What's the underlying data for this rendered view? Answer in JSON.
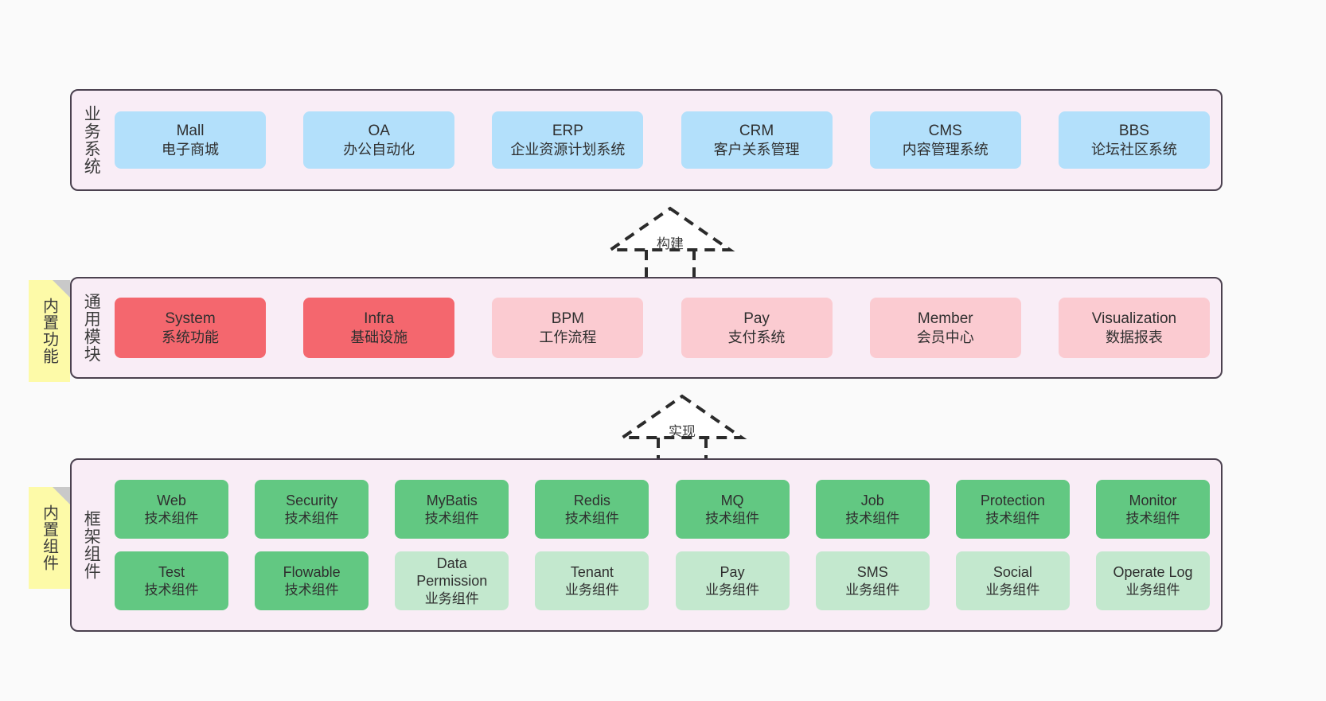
{
  "diagram": {
    "title": "Layered system architecture",
    "background": "#fafafa",
    "layer_fill": "#f9edf6",
    "layer_border": "#4b414f"
  },
  "colors": {
    "blue": "#b3e0fb",
    "red": "#f4676e",
    "pink": "#fbcbd1",
    "green": "#62c882",
    "light_green": "#c3e8ce",
    "note_yellow": "#fdfaa8",
    "note_fold": "#c9c9c9"
  },
  "notes": [
    {
      "label": "内置功能"
    },
    {
      "label": "内置组件"
    }
  ],
  "connectors": [
    {
      "label": "构建",
      "style": "dashed-hollow-triangle",
      "direction": "up"
    },
    {
      "label": "实现",
      "style": "dashed-hollow-triangle",
      "direction": "up"
    }
  ],
  "layers": [
    {
      "id": "business",
      "title": "业务系统",
      "rows": [
        {
          "cards": [
            {
              "title": "Mall",
              "subtitle": "电子商城",
              "color": "blue"
            },
            {
              "title": "OA",
              "subtitle": "办公自动化",
              "color": "blue"
            },
            {
              "title": "ERP",
              "subtitle": "企业资源计划系统",
              "color": "blue"
            },
            {
              "title": "CRM",
              "subtitle": "客户关系管理",
              "color": "blue"
            },
            {
              "title": "CMS",
              "subtitle": "内容管理系统",
              "color": "blue"
            },
            {
              "title": "BBS",
              "subtitle": "论坛社区系统",
              "color": "blue"
            }
          ]
        }
      ]
    },
    {
      "id": "modules",
      "title": "通用模块",
      "rows": [
        {
          "cards": [
            {
              "title": "System",
              "subtitle": "系统功能",
              "color": "red"
            },
            {
              "title": "Infra",
              "subtitle": "基础设施",
              "color": "red"
            },
            {
              "title": "BPM",
              "subtitle": "工作流程",
              "color": "pink"
            },
            {
              "title": "Pay",
              "subtitle": "支付系统",
              "color": "pink"
            },
            {
              "title": "Member",
              "subtitle": "会员中心",
              "color": "pink"
            },
            {
              "title": "Visualization",
              "subtitle": "数据报表",
              "color": "pink"
            }
          ]
        }
      ]
    },
    {
      "id": "framework",
      "title": "框架组件",
      "rows": [
        {
          "cards": [
            {
              "title": "Web",
              "subtitle": "技术组件",
              "color": "green"
            },
            {
              "title": "Security",
              "subtitle": "技术组件",
              "color": "green"
            },
            {
              "title": "MyBatis",
              "subtitle": "技术组件",
              "color": "green"
            },
            {
              "title": "Redis",
              "subtitle": "技术组件",
              "color": "green"
            },
            {
              "title": "MQ",
              "subtitle": "技术组件",
              "color": "green"
            },
            {
              "title": "Job",
              "subtitle": "技术组件",
              "color": "green"
            },
            {
              "title": "Protection",
              "subtitle": "技术组件",
              "color": "green"
            },
            {
              "title": "Monitor",
              "subtitle": "技术组件",
              "color": "green"
            }
          ]
        },
        {
          "cards": [
            {
              "title": "Test",
              "subtitle": "技术组件",
              "color": "green"
            },
            {
              "title": "Flowable",
              "subtitle": "技术组件",
              "color": "green"
            },
            {
              "title": "Data Permission",
              "subtitle": "业务组件",
              "color": "light_green"
            },
            {
              "title": "Tenant",
              "subtitle": "业务组件",
              "color": "light_green"
            },
            {
              "title": "Pay",
              "subtitle": "业务组件",
              "color": "light_green"
            },
            {
              "title": "SMS",
              "subtitle": "业务组件",
              "color": "light_green"
            },
            {
              "title": "Social",
              "subtitle": "业务组件",
              "color": "light_green"
            },
            {
              "title": "Operate Log",
              "subtitle": "业务组件",
              "color": "light_green"
            }
          ]
        }
      ]
    }
  ]
}
